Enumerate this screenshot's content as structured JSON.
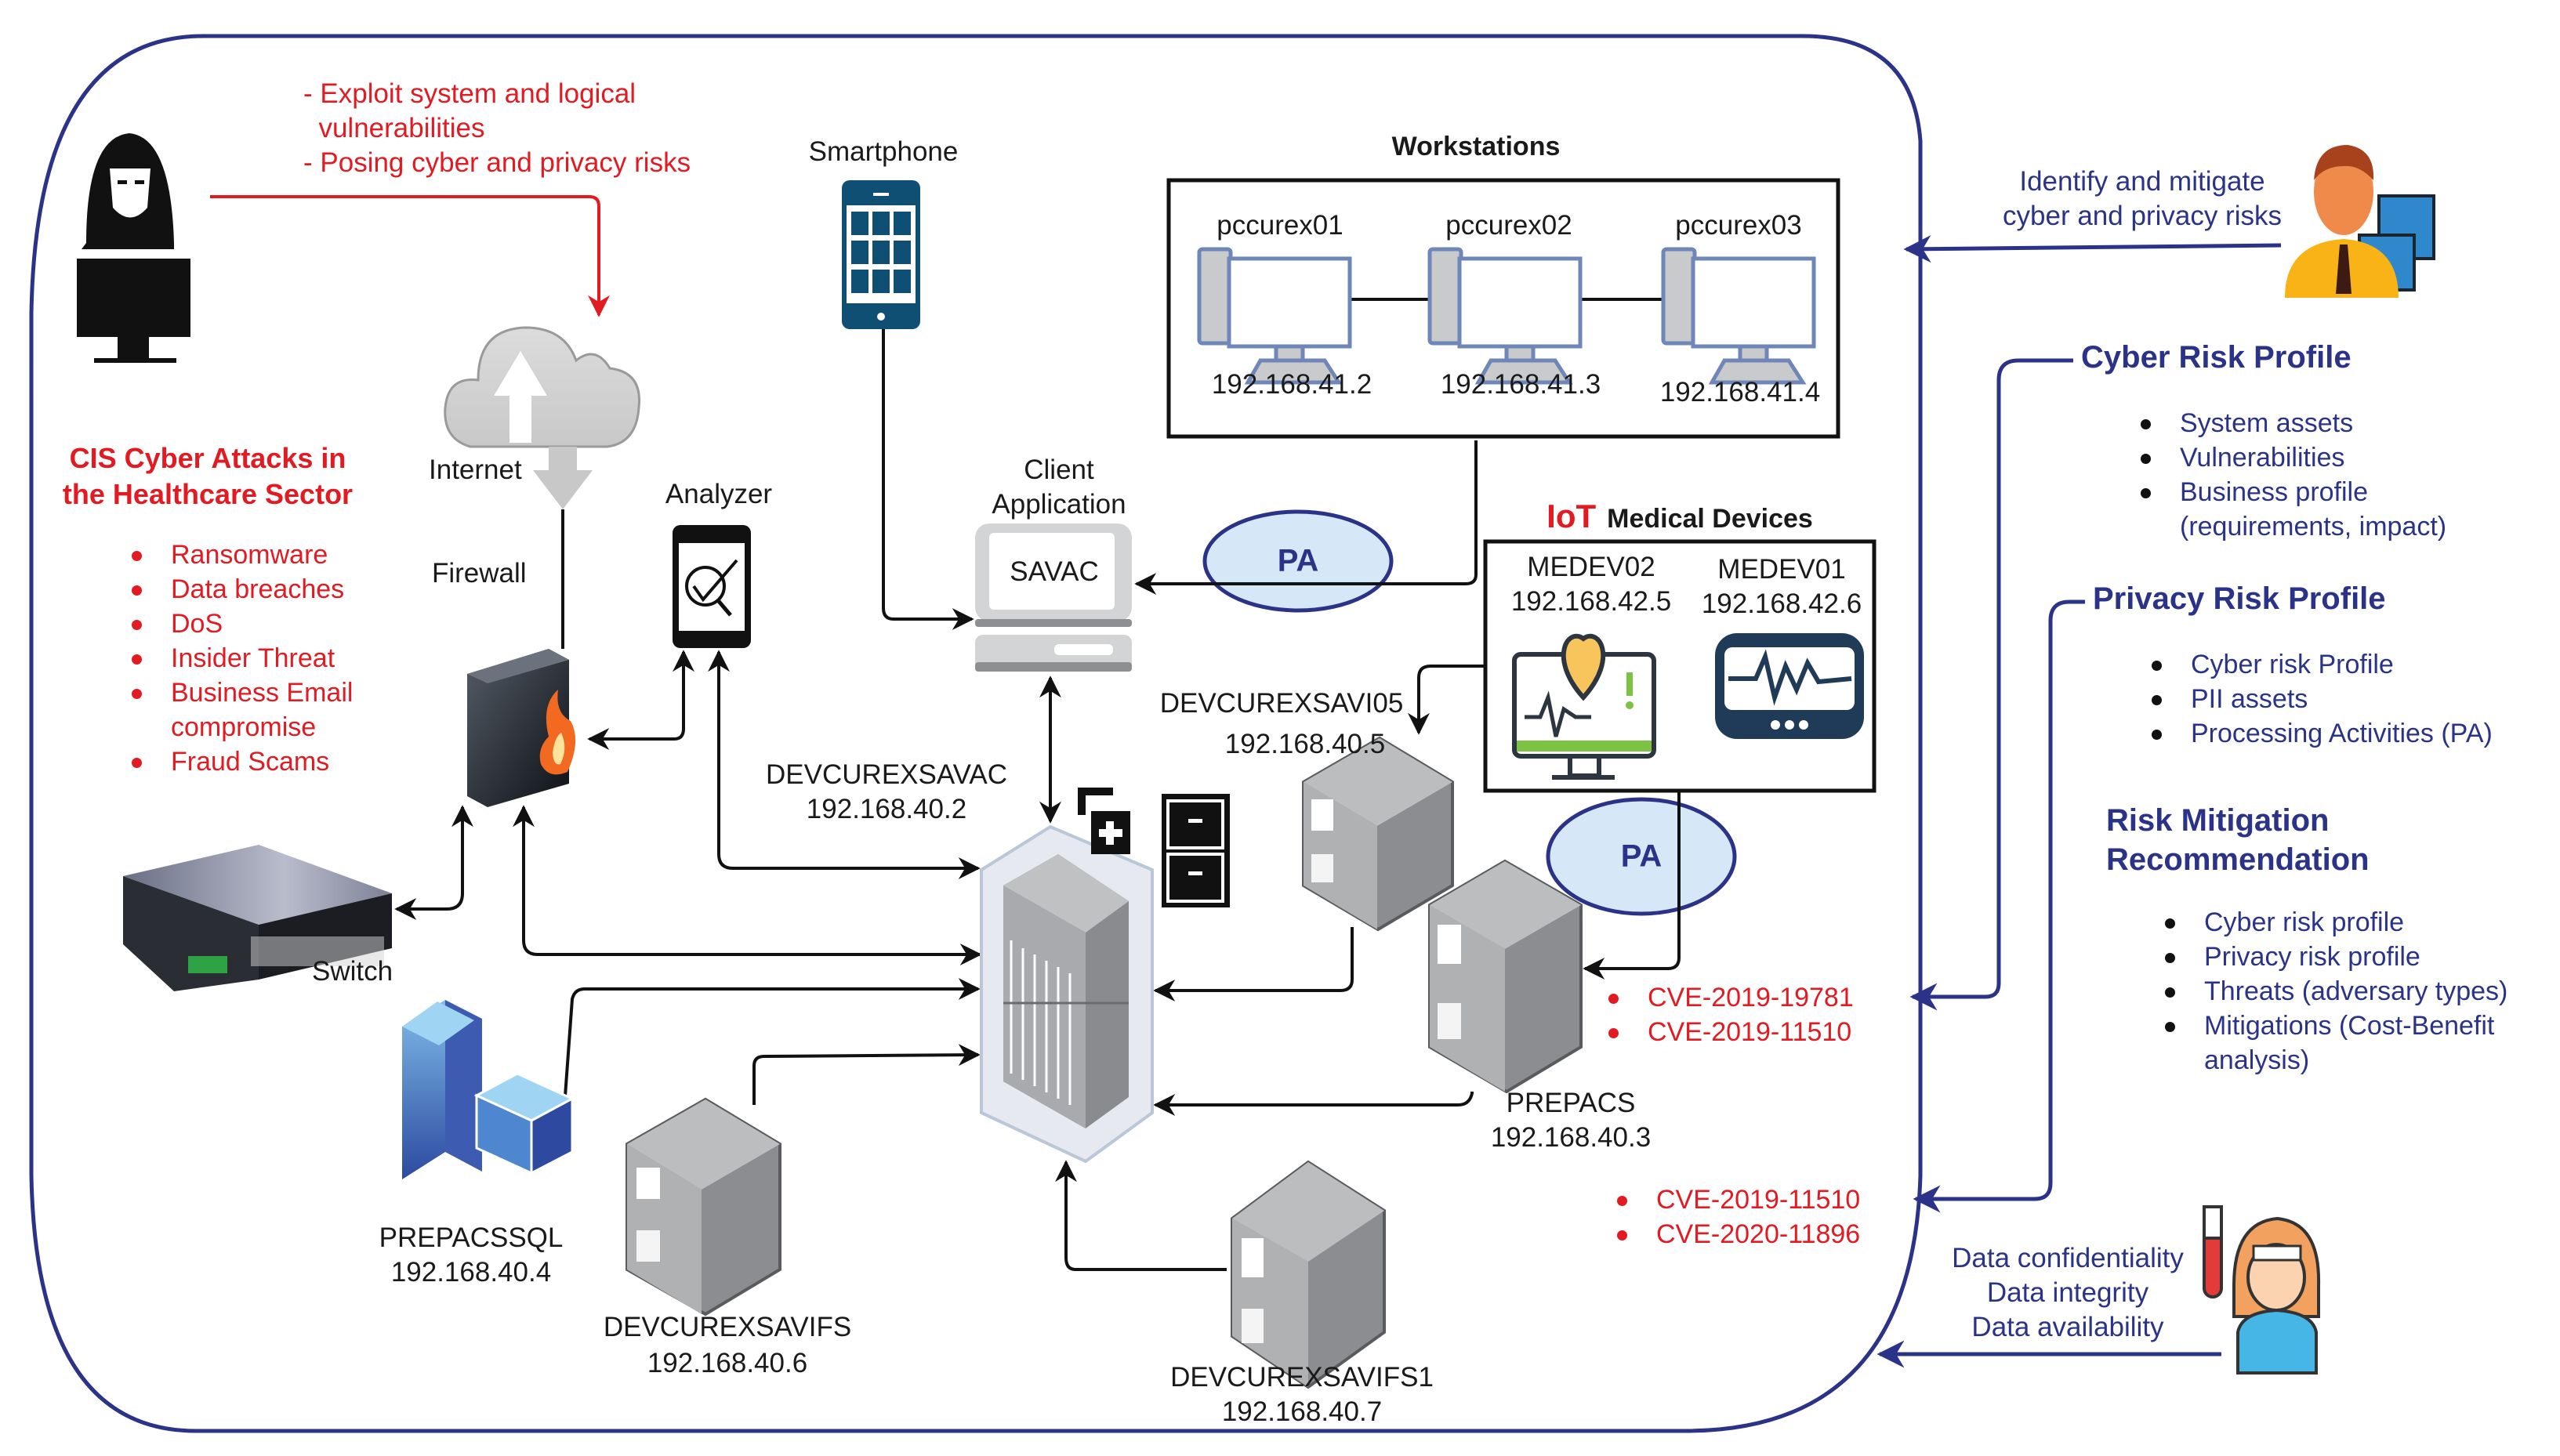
{
  "attacker": {
    "notes": [
      "- Exploit system and logical",
      "  vulnerabilities",
      "- Posing cyber and privacy risks"
    ]
  },
  "cis": {
    "title_line1": "CIS Cyber Attacks in",
    "title_line2": "the Healthcare Sector",
    "attacks": [
      "Ransomware",
      "Data breaches",
      "DoS",
      "Insider Threat",
      "Business Email",
      "compromise",
      "Fraud Scams"
    ]
  },
  "network": {
    "internet": "Internet",
    "firewall": "Firewall",
    "analyzer": "Analyzer",
    "switch": "Switch",
    "smartphone": "Smartphone",
    "client_app_line1": "Client",
    "client_app_line2": "Application",
    "savac": "SAVAC",
    "pa": "PA",
    "workstations": {
      "title": "Workstations",
      "hosts": [
        {
          "name": "pccurex01",
          "ip": "192.168.41.2"
        },
        {
          "name": "pccurex02",
          "ip": "192.168.41.3"
        },
        {
          "name": "pccurex03",
          "ip": "192.168.41.4"
        }
      ]
    },
    "iot": {
      "title_prefix": "IoT",
      "title_rest": "Medical Devices",
      "devices": [
        {
          "name": "MEDEV02",
          "ip": "192.168.42.5"
        },
        {
          "name": "MEDEV01",
          "ip": "192.168.42.6"
        }
      ]
    },
    "servers": {
      "savi05": {
        "name": "DEVCUREXSAVI05",
        "ip": "192.168.40.5"
      },
      "savac": {
        "name": "DEVCUREXSAVAC",
        "ip": "192.168.40.2"
      },
      "prepacs": {
        "name": "PREPACS",
        "ip": "192.168.40.3"
      },
      "prepacssql": {
        "name": "PREPACSSQL",
        "ip": "192.168.40.4"
      },
      "savifs": {
        "name": "DEVCUREXSAVIFS",
        "ip": "192.168.40.6"
      },
      "savifs1": {
        "name": "DEVCUREXSAVIFS1",
        "ip": "192.168.40.7"
      }
    },
    "cves_prepacs": [
      "CVE-2019-19781",
      "CVE-2019-11510"
    ],
    "cves_iot": [
      "CVE-2019-11510",
      "CVE-2020-11896"
    ]
  },
  "analyst": {
    "line1": "Identify and mitigate",
    "line2": "cyber and privacy risks"
  },
  "cyber_risk_profile": {
    "title": "Cyber Risk Profile",
    "items": [
      "System assets",
      "Vulnerabilities",
      "Business profile",
      "(requirements, impact)"
    ]
  },
  "privacy_risk_profile": {
    "title": "Privacy Risk Profile",
    "items": [
      "Cyber risk Profile",
      "PII assets",
      "Processing Activities (PA)"
    ]
  },
  "risk_mitigation": {
    "title_line1": "Risk Mitigation",
    "title_line2": "Recommendation",
    "items": [
      "Cyber risk profile",
      "Privacy risk profile",
      "Threats (adversary types)",
      "Mitigations (Cost-Benefit",
      "analysis)"
    ]
  },
  "patient": {
    "lines": [
      "Data confidentiality",
      "Data integrity",
      "Data availability"
    ]
  },
  "colors": {
    "navy": "#2b3388",
    "red": "#e21b23",
    "pa_fill": "#cfe3f7"
  }
}
